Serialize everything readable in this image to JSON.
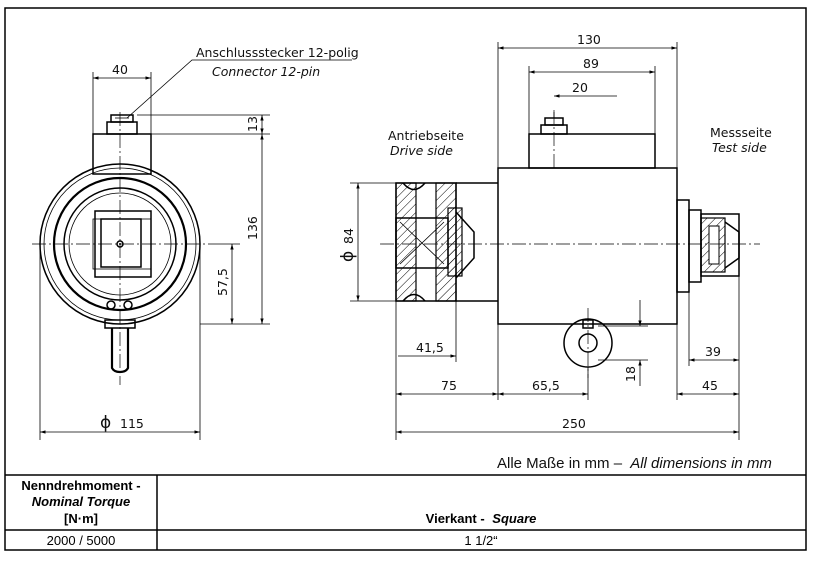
{
  "connector": {
    "label_de": "Anschlussstecker 12-polig",
    "label_en": "Connector 12-pin"
  },
  "drive_side": {
    "label_de": "Antriebseite",
    "label_en": "Drive side"
  },
  "test_side": {
    "label_de": "Messseite",
    "label_en": "Test side"
  },
  "dimensions": {
    "d40": "40",
    "d13": "13",
    "d136": "136",
    "d57_5": "57,5",
    "d115": "115",
    "d84": "84",
    "d130": "130",
    "d89": "89",
    "d20": "20",
    "d41_5": "41,5",
    "d75": "75",
    "d65_5": "65,5",
    "d18": "18",
    "d39": "39",
    "d45": "45",
    "d250": "250"
  },
  "diameter_symbol": "ϕ",
  "note": {
    "text_de": "Alle Maße in mm –",
    "text_en": "All dimensions in mm"
  },
  "table": {
    "header_col1_line1": "Nenndrehmoment -",
    "header_col1_line2": "Nominal Torque",
    "header_col1_line3": "[N·m]",
    "header_col2_de": "Vierkant -",
    "header_col2_en": "Square",
    "row_torque": "2000 / 5000",
    "row_square": "1 1/2“"
  }
}
